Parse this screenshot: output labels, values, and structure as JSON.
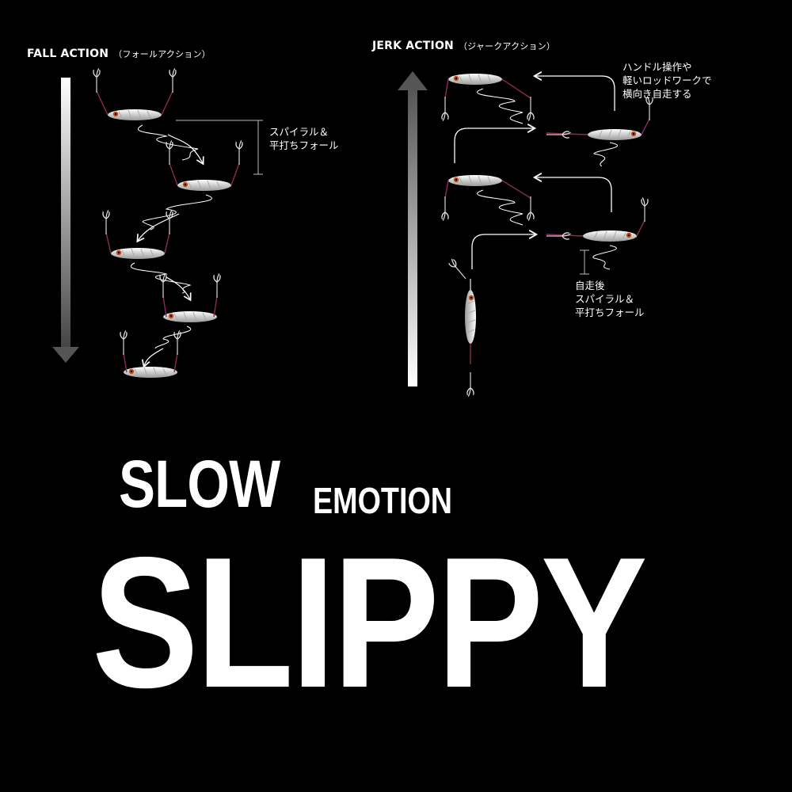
{
  "fall_panel": {
    "heading": "FALL ACTION",
    "heading_jp": "（フォールアクション）",
    "note": "スパイラル＆\n平打ちフォール"
  },
  "jerk_panel": {
    "heading": "JERK ACTION",
    "heading_jp": "（ジャークアクション）",
    "note_top": "ハンドル操作や\n軽いロッドワークで\n横向き自走する",
    "note_bottom": "自走後\nスパイラル＆\n平打ちフォール"
  },
  "tagline": {
    "word1": "SLOW",
    "word2": "EMOTION"
  },
  "brand": "SLIPPY",
  "colors": {
    "background": "#000000",
    "text": "#ffffff",
    "hook_line": "#8a2a5a",
    "eye": "#c04a1a"
  },
  "icons": [
    "down-arrow-icon",
    "up-arrow-icon",
    "jig-lure-icon",
    "treble-hook-icon",
    "curved-arrow-icon",
    "dimension-bracket-icon"
  ]
}
